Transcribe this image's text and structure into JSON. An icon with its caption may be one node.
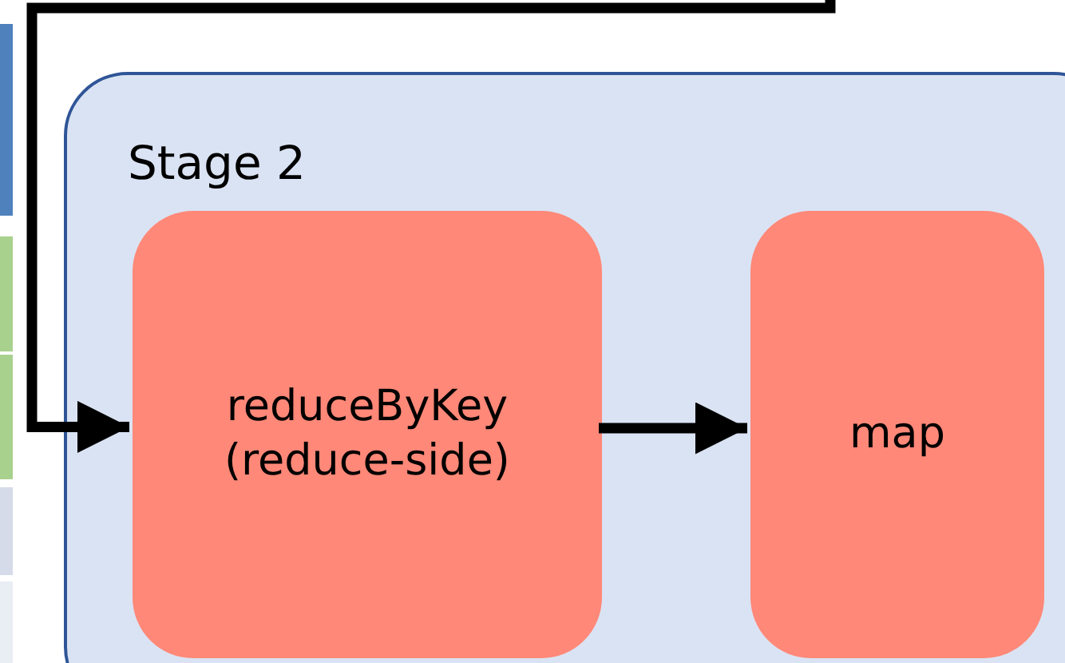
{
  "diagram": {
    "nodes": [
      {
        "text": [
          "Stage 2"
        ]
      },
      {
        "text": [
          "reduceByKey (reduce-side)"
        ],
        "in": 0
      },
      {
        "text": [
          "map"
        ],
        "in": 0
      }
    ],
    "edges": [
      {
        "from": null,
        "to": 1,
        "arrow": "to"
      },
      {
        "from": 1,
        "to": 2,
        "arrow": "to"
      }
    ]
  }
}
